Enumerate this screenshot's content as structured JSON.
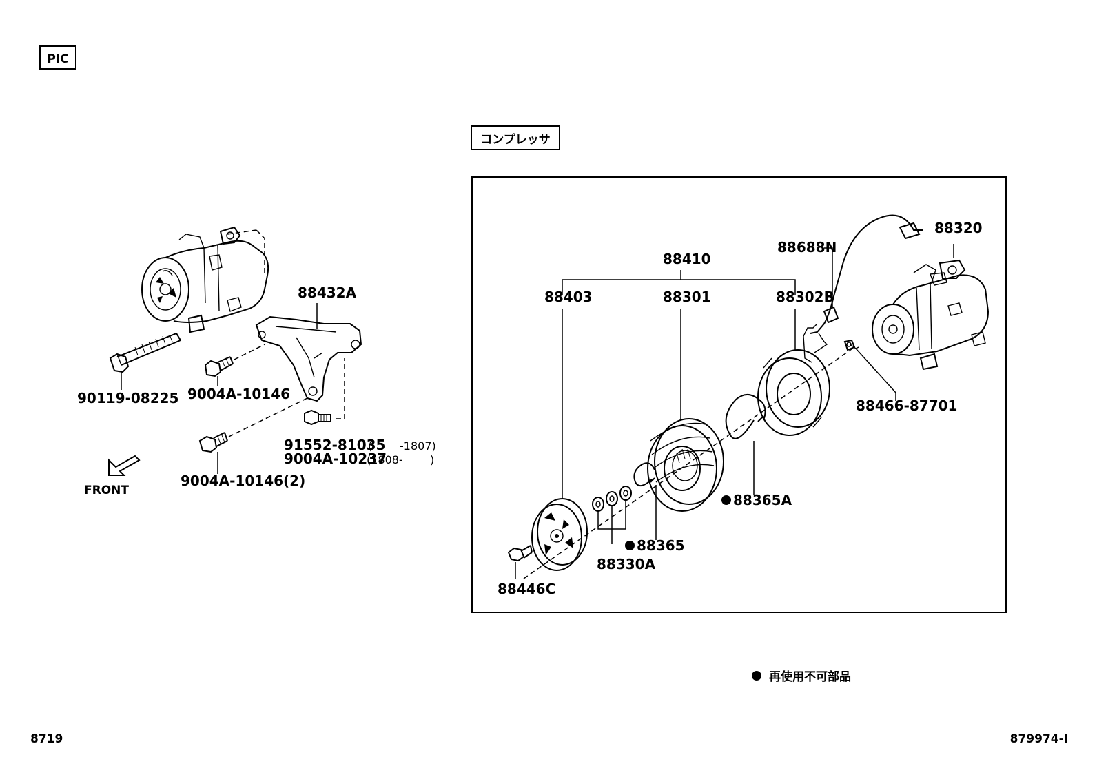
{
  "pic_tag": "PIC",
  "compressor_box": {
    "title": "コンプレッサ"
  },
  "left_parts": {
    "bracket": "88432A",
    "through_bolt": "90119-08225",
    "bolt_upper": "9004A-10146",
    "bolt_lower": "9004A-10146(2)",
    "stud_bolt_a": "91552-81035",
    "stud_bolt_b": "9004A-10237",
    "range_a_open": "(",
    "range_a_end": "-1807)",
    "range_b_start": "(1808-",
    "range_b_close": ")",
    "front_label": "FRONT"
  },
  "box_parts": {
    "clutch_assy": "88410",
    "hub": "88403",
    "pulley": "88301",
    "stator": "88302B",
    "harness": "88688N",
    "compressor": "88320",
    "switch": "88466-87701",
    "snap_ring_large": "88365A",
    "snap_ring": "88365",
    "shims": "88330A",
    "bolt": "88446C"
  },
  "legend": {
    "text": "再使用不可部品"
  },
  "footer": {
    "left_code": "8719",
    "right_code": "879974-I"
  }
}
